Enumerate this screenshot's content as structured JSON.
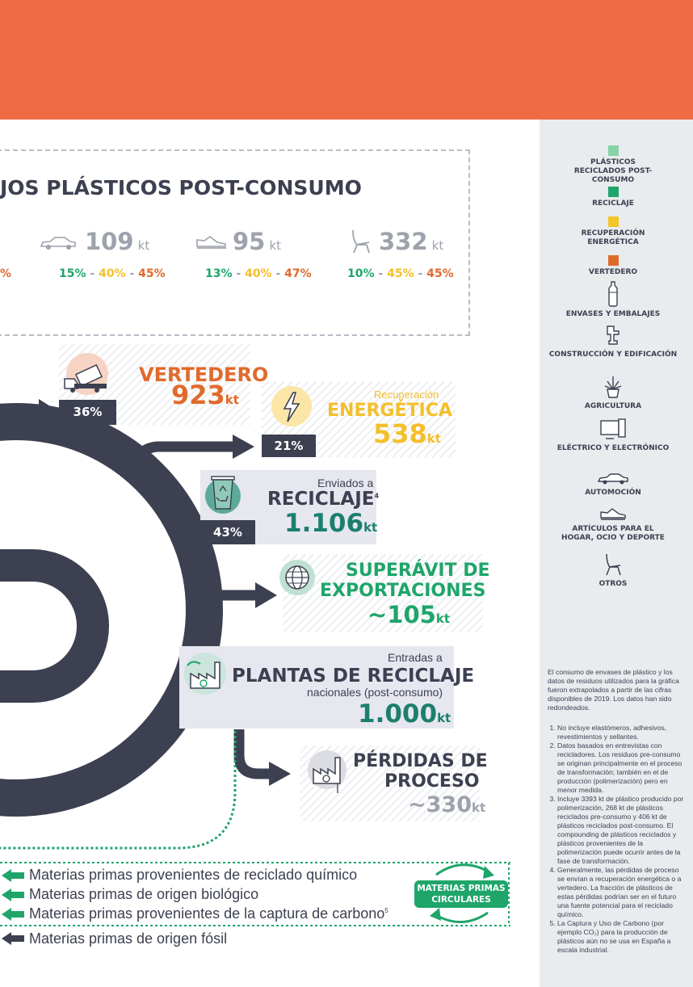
{
  "summary": {
    "title": "JOS PLÁSTICOS POST-CONSUMO",
    "cut_pct": "%",
    "stats": [
      {
        "icon": "car-icon",
        "value": "109",
        "unit": "kt",
        "p1": "15%",
        "p2": "40%",
        "p3": "45%"
      },
      {
        "icon": "sneaker-icon",
        "value": "95",
        "unit": "kt",
        "p1": "13%",
        "p2": "40%",
        "p3": "47%"
      },
      {
        "icon": "chair-icon",
        "value": "332",
        "unit": "kt",
        "p1": "10%",
        "p2": "45%",
        "p3": "45%"
      }
    ],
    "sep": "-"
  },
  "nodes": {
    "vertedero": {
      "pct": "36%",
      "title": "VERTEDERO",
      "value": "923",
      "unit": "kt"
    },
    "energetica": {
      "pct": "21%",
      "sub": "Recuperación",
      "title": "ENERGÉTICA",
      "value": "538",
      "unit": "kt"
    },
    "reciclaje": {
      "pct": "43%",
      "sub": "Enviados a",
      "title": "RECICLAJE",
      "sup": "4",
      "value": "1.106",
      "unit": "kt"
    },
    "exportaciones": {
      "line1": "SUPERÁVIT DE",
      "line2": "EXPORTACIONES",
      "value": "~105",
      "unit": "kt"
    },
    "plantas": {
      "sub": "Entradas a",
      "title": "PLANTAS DE RECICLAJE",
      "sub2": "nacionales (post-consumo)",
      "value": "1.000",
      "unit": "kt"
    },
    "perdidas": {
      "line1": "PÉRDIDAS DE",
      "line2": "PROCESO",
      "value": "~330",
      "unit": "kt"
    }
  },
  "inputs": [
    {
      "label": "Materias primas provenientes de reciclado químico",
      "color": "#1fa56a"
    },
    {
      "label": "Materias primas de origen biológico",
      "color": "#1fa56a"
    },
    {
      "label": "Materias primas provenientes de la captura de carbono",
      "sup": "5",
      "color": "#1fa56a"
    },
    {
      "label": "Materias primas de origen fósil",
      "color": "#3d4051"
    }
  ],
  "circular": {
    "line1": "MATERIAS PRIMAS",
    "line2": "CIRCULARES"
  },
  "legend": [
    {
      "label": "PLÁSTICOS RECICLADOS POST-CONSUMO",
      "color": "#86d3a8"
    },
    {
      "label": "RECICLAJE",
      "color": "#1fa56a"
    },
    {
      "label": "RECUPERACIÓN ENERGÉTICA",
      "color": "#f4c52a"
    },
    {
      "label": "VERTEDERO",
      "color": "#e06a2c"
    },
    {
      "label": "ENVASES Y EMBALAJES",
      "icon": "bottle-icon"
    },
    {
      "label": "CONSTRUCCIÓN Y EDIFICACIÓN",
      "icon": "pipe-icon"
    },
    {
      "label": "AGRICULTURA",
      "icon": "plant-icon"
    },
    {
      "label": "ELÉCTRICO Y ELECTRÓNICO",
      "icon": "electronics-icon"
    },
    {
      "label": "AUTOMOCIÓN",
      "icon": "car-icon"
    },
    {
      "label": "ARTÍCULOS PARA EL HOGAR, OCIO Y DEPORTE",
      "icon": "sneaker-icon"
    },
    {
      "label": "OTROS",
      "icon": "chair-icon"
    }
  ],
  "notes": {
    "intro": "El consumo de envases de plástico y los datos de residuos utilizados para la gráfica fueron extrapolados a partir de las cifras disponibles de 2019. Los datos han sido redondeados.",
    "items": [
      "No incluye elastómeros, adhesivos, revestimientos y sellantes.",
      "Datos basados en entrevistas con recicladores. Los residuos pre-consumo se originan principalmente en el proceso de transformación; también en el de producción (polimerización) pero en menor medida.",
      "Incluye 3393 kt de plástico producido por polimerización, 268 kt de plásticos reciclados pre-consumo y 406 kt de plásticos reciclados post-consumo. El compounding de plásticos reciclados y plásticos provenientes de la polimerización puede ocurrir antes de la fase de transformación.",
      "Generalmente, las pérdidas de proceso se envían a recuperación energética o a vertedero. La fracción de plásticos de estas pérdidas podrían ser en el futuro una fuente potencial para el reciclado químico.",
      "La Captura y Uso de Carbono (por ejemplo CO₂) para la producción de plásticos aún no se usa en España a escala industrial."
    ]
  }
}
